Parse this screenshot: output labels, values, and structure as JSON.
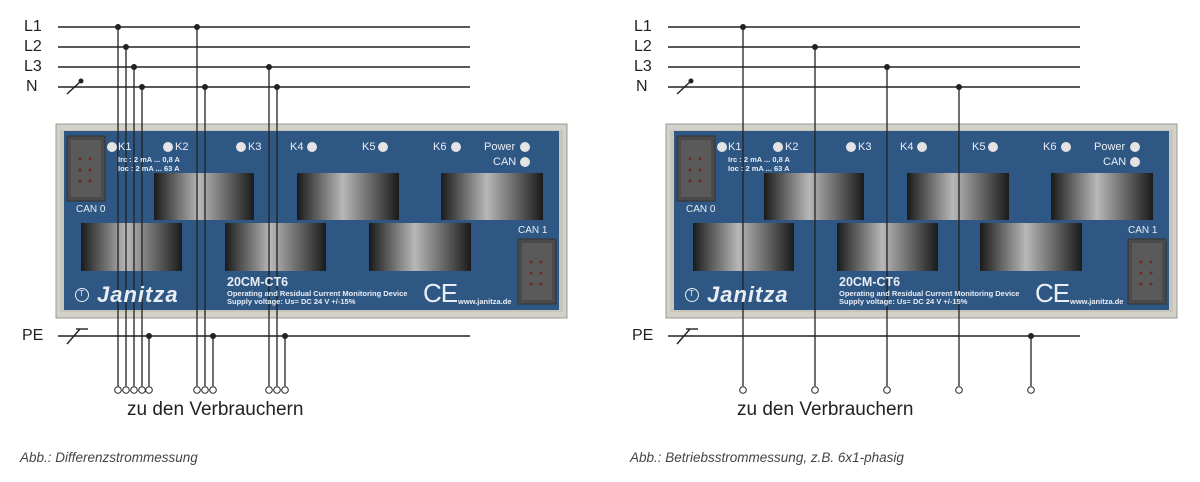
{
  "panels": [
    {
      "id": "left",
      "bus_labels": [
        "L1",
        "L2",
        "L3",
        "N"
      ],
      "pe_label": "PE",
      "consumers_label": "zu den Verbrauchern",
      "caption": "Abb.: Differenzstrommessung",
      "device": {
        "channels": [
          "K1",
          "K2",
          "K3",
          "K4",
          "K5",
          "K6"
        ],
        "status_leds": [
          "Power",
          "CAN"
        ],
        "spec_line1": "Irc  : 2 mA ... 0,8 A",
        "spec_line2": "Ioc  : 2 mA ... 63 A",
        "can0": "CAN 0",
        "can1": "CAN 1",
        "model": "20CM-CT6",
        "description": "Operating and Residual Current Monitoring Device",
        "supply": "Supply voltage: Us= DC 24 V +/-15%",
        "brand": "Janitza",
        "ce": "CE",
        "website": "www.janitza.de",
        "t_mark": "T"
      }
    },
    {
      "id": "right",
      "bus_labels": [
        "L1",
        "L2",
        "L3",
        "N"
      ],
      "pe_label": "PE",
      "consumers_label": "zu den Verbrauchern",
      "caption": "Abb.: Betriebsstrommessung, z.B. 6x1-phasig",
      "device": {
        "channels": [
          "K1",
          "K2",
          "K3",
          "K4",
          "K5",
          "K6"
        ],
        "status_leds": [
          "Power",
          "CAN"
        ],
        "spec_line1": "Irc  : 2 mA ... 0,8 A",
        "spec_line2": "Ioc  : 2 mA ... 63 A",
        "can0": "CAN 0",
        "can1": "CAN 1",
        "model": "20CM-CT6",
        "description": "Operating and Residual Current Monitoring Device",
        "supply": "Supply voltage: Us= DC 24 V +/-15%",
        "brand": "Janitza",
        "ce": "CE",
        "website": "www.janitza.de",
        "t_mark": "T"
      }
    }
  ],
  "colors": {
    "device_blue": "#2f5783",
    "frame_gray": "#d4d2c8",
    "wire": "#222222",
    "led": "#e4e4e4"
  }
}
